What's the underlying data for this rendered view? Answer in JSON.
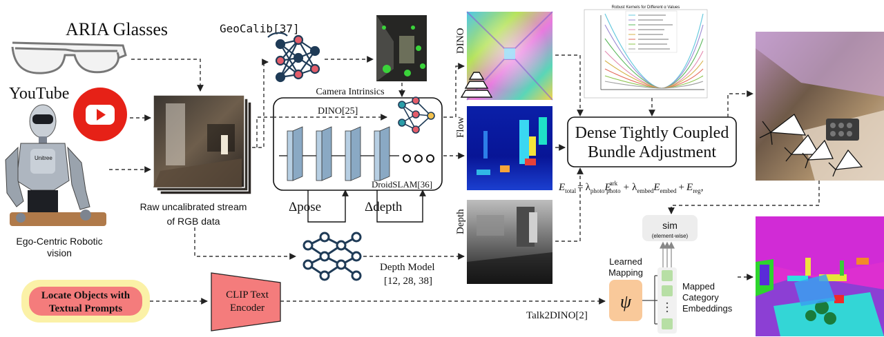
{
  "inputs": {
    "aria_label": "ARIA Glasses",
    "youtube_label": "YouTube",
    "robot_label_line1": "Ego-Centric Robotic",
    "robot_label_line2": "vision",
    "robot_chest_text": "Unitree"
  },
  "stream": {
    "caption_line1": "Raw uncalibrated stream",
    "caption_line2": "of RGB data"
  },
  "geocalib": {
    "label": "GeoCalib[37]",
    "output_label": "Camera Intrinsics"
  },
  "droid": {
    "dino_label": "DINO[25]",
    "name_label": "DroidSLAM[36]",
    "delta_pose": "Δpose",
    "delta_depth": "Δdepth"
  },
  "maps": {
    "dino_label": "DINO",
    "flow_label": "Flow",
    "depth_label": "Depth"
  },
  "depth_model": {
    "line1": "Depth Model",
    "line2": "[12, 28, 38]"
  },
  "kernels_plot": {
    "title": "Robust Kernels for Different α Values"
  },
  "bundle": {
    "line1": "Dense Tightly Coupled",
    "line2": "Bundle Adjustment"
  },
  "energy": {
    "e": "E",
    "total_sub": "total",
    "eq": "=",
    "lambda": "λ",
    "photo_sub": "photo",
    "ark_sup": "ark",
    "plus": "+",
    "embed_sub": "embed",
    "reg_sub": "reg",
    "end": ","
  },
  "sim": {
    "label": "sim",
    "sub": "(element-wise)"
  },
  "prompt": {
    "line1": "Locate Objects with",
    "line2": "Textual Prompts"
  },
  "clip": {
    "line1": "CLIP Text",
    "line2": "Encoder"
  },
  "talk2dino": {
    "label": "Talk2DINO[2]",
    "mapping_line1": "Learned",
    "mapping_line2": "Mapping",
    "psi": "ψ",
    "mapped_line1": "Mapped",
    "mapped_line2": "Category",
    "mapped_line3": "Embeddings"
  },
  "colors": {
    "prompt_fill": "#f47c7c",
    "prompt_halo": "#fbf1a7",
    "clip_fill": "#f47c7c",
    "psi_fill": "#f9c99a",
    "embedding_fill": "#b7dfa5",
    "droid_block": "#b7cfe3",
    "node_red": "#e35d6a",
    "node_teal": "#2a9da8",
    "node_navy": "#1f3b57"
  }
}
